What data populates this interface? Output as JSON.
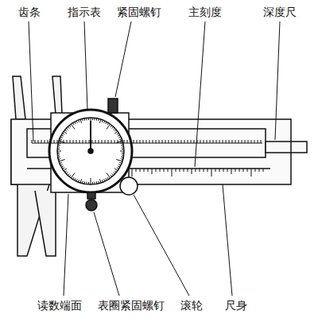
{
  "diagram": {
    "labels": [
      "齿条",
      "指示表",
      "紧固螺钉",
      "主刻度",
      "深度尺",
      "读数端面",
      "表圈紧固螺钉",
      "滚轮",
      "尺身"
    ]
  }
}
